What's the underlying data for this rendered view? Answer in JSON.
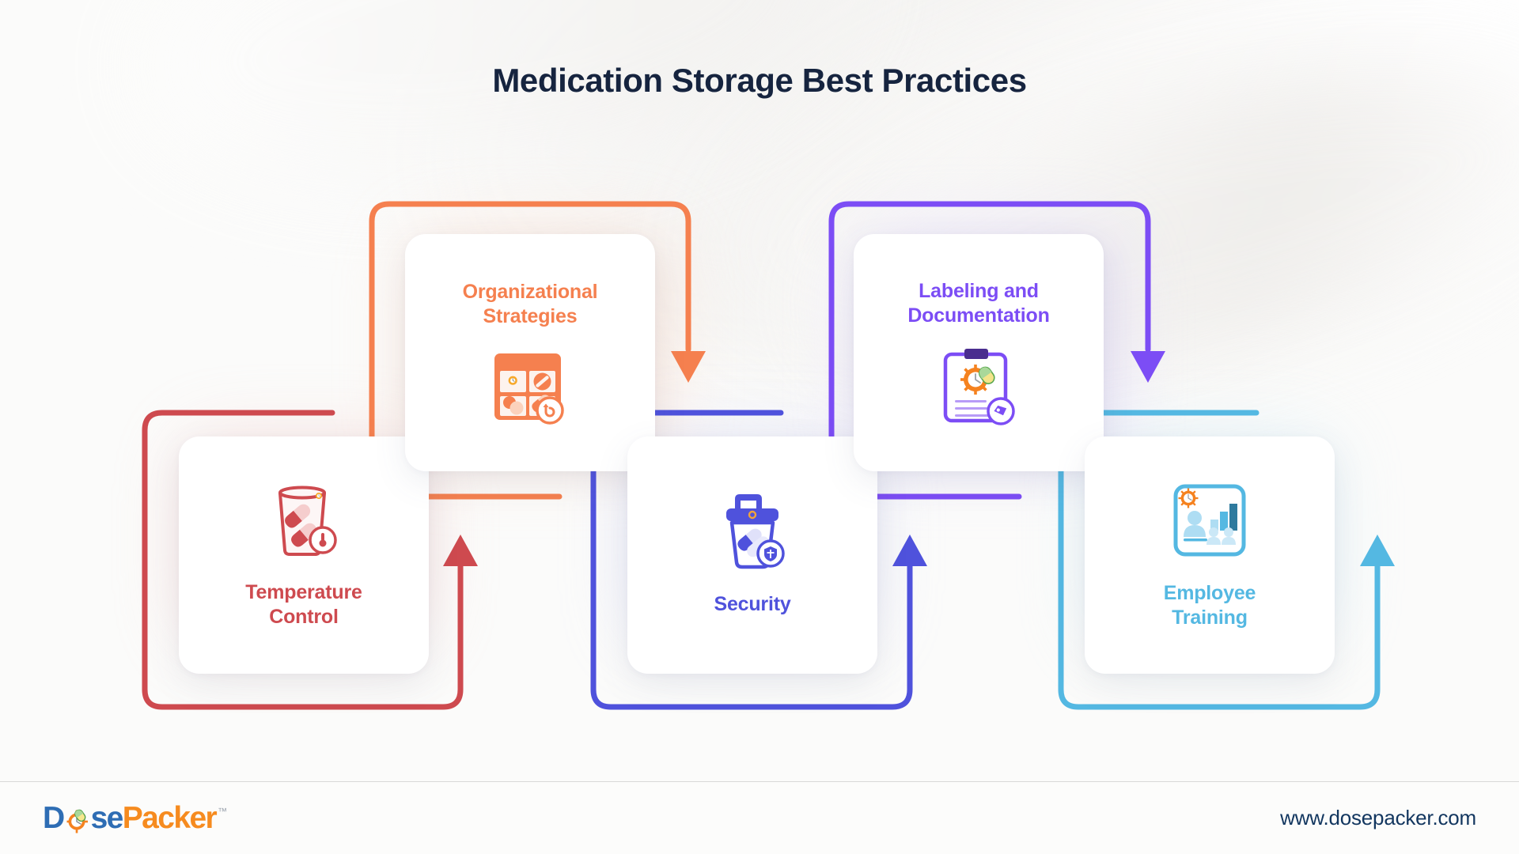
{
  "page": {
    "title": "Medication Storage Best Practices",
    "title_color": "#16243f",
    "background_color": "#fbfbfa"
  },
  "cards": [
    {
      "id": "temperature-control",
      "label": "Temperature\nControl",
      "label_line1": "Temperature",
      "label_line2": "Control",
      "color": "#CE4A4F",
      "glow": "#f3c3c0",
      "icon": "medicine-container-thermometer-icon",
      "icon_position": "top",
      "order": 1
    },
    {
      "id": "organizational-strategies",
      "label": "Organizational\nStrategies",
      "label_line1": "Organizational",
      "label_line2": "Strategies",
      "color": "#F5804F",
      "glow": "#fbd6c3",
      "icon": "pill-organizer-grid-icon",
      "icon_position": "bottom",
      "order": 2
    },
    {
      "id": "security",
      "label": "Security",
      "label_line1": "Security",
      "label_line2": "",
      "color": "#4F52DC",
      "glow": "#c8cbf5",
      "icon": "locked-medicine-bin-shield-icon",
      "icon_position": "top",
      "order": 3
    },
    {
      "id": "labeling-and-documentation",
      "label": "Labeling and\nDocumentation",
      "label_line1": "Labeling and",
      "label_line2": "Documentation",
      "color": "#7C4DF5",
      "glow": "#d9cdfb",
      "icon": "clipboard-tag-icon",
      "icon_position": "bottom",
      "order": 4
    },
    {
      "id": "employee-training",
      "label": "Employee\nTraining",
      "label_line1": "Employee",
      "label_line2": "Training",
      "color": "#54B8E2",
      "glow": "#c7e7f6",
      "icon": "training-presentation-people-icon",
      "icon_position": "top",
      "order": 5
    }
  ],
  "connectors": [
    {
      "id": "temperature-control-connector",
      "color": "#CE4A4F",
      "arrow": "up"
    },
    {
      "id": "organizational-strategies-connector",
      "color": "#F5804F",
      "arrow": "down"
    },
    {
      "id": "security-connector",
      "color": "#4F52DC",
      "arrow": "up"
    },
    {
      "id": "labeling-and-documentation-connector",
      "color": "#7C4DF5",
      "arrow": "down"
    },
    {
      "id": "employee-training-connector",
      "color": "#54B8E2",
      "arrow": "up"
    }
  ],
  "footer": {
    "logo": {
      "part1": "D",
      "part2": "se",
      "part3": "Packer",
      "trademark": "™",
      "color_blue": "#2E6DB4",
      "color_orange": "#F68B1F"
    },
    "url": "www.dosepacker.com",
    "url_color": "#12365f"
  }
}
